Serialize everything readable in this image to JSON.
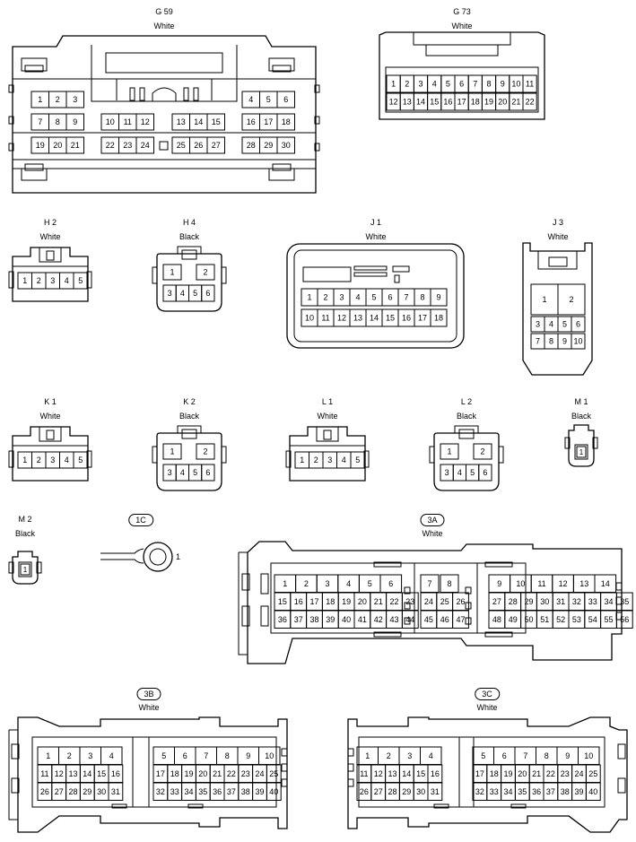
{
  "colors": {
    "line": "#000000",
    "background": "#ffffff"
  },
  "connectors": [
    {
      "id": "G 59",
      "color": "White"
    },
    {
      "id": "G 73",
      "color": "White"
    },
    {
      "id": "H 2",
      "color": "White"
    },
    {
      "id": "H 4",
      "color": "Black"
    },
    {
      "id": "J 1",
      "color": "White"
    },
    {
      "id": "J 3",
      "color": "White"
    },
    {
      "id": "K 1",
      "color": "White"
    },
    {
      "id": "K 2",
      "color": "Black"
    },
    {
      "id": "L 1",
      "color": "White"
    },
    {
      "id": "L 2",
      "color": "Black"
    },
    {
      "id": "M 1",
      "color": "Black"
    },
    {
      "id": "M 2",
      "color": "Black"
    },
    {
      "id": "1C",
      "color": ""
    },
    {
      "id": "3A",
      "color": "White"
    },
    {
      "id": "3B",
      "color": "White"
    },
    {
      "id": "3C",
      "color": "White"
    }
  ],
  "terminal_1c": "1"
}
